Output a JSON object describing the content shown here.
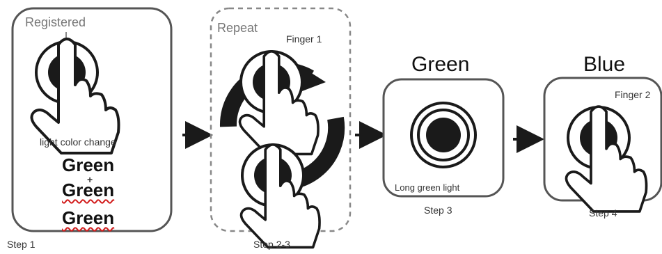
{
  "panel1": {
    "title": "Registered",
    "caption": "light color change",
    "colors": [
      "Green",
      "Green",
      "Green"
    ],
    "plus": "+",
    "step": "Step 1"
  },
  "panel2": {
    "title": "Repeat",
    "finger": "Finger 1",
    "step": "Step 2-3"
  },
  "panel3": {
    "heading": "Green",
    "caption": "Long green light",
    "step": "Step 3"
  },
  "panel4": {
    "heading": "Blue",
    "finger": "Finger 2",
    "step": "Step 4"
  },
  "icons": [
    "fingerprint-press-icon",
    "repeat-cycle-icon",
    "indicator-light-icon",
    "arrow-right-icon"
  ],
  "colors": {
    "ink": "#1a1a1a",
    "border": "#555555",
    "dashed": "#888888",
    "error_underline": "#d21c1c"
  }
}
